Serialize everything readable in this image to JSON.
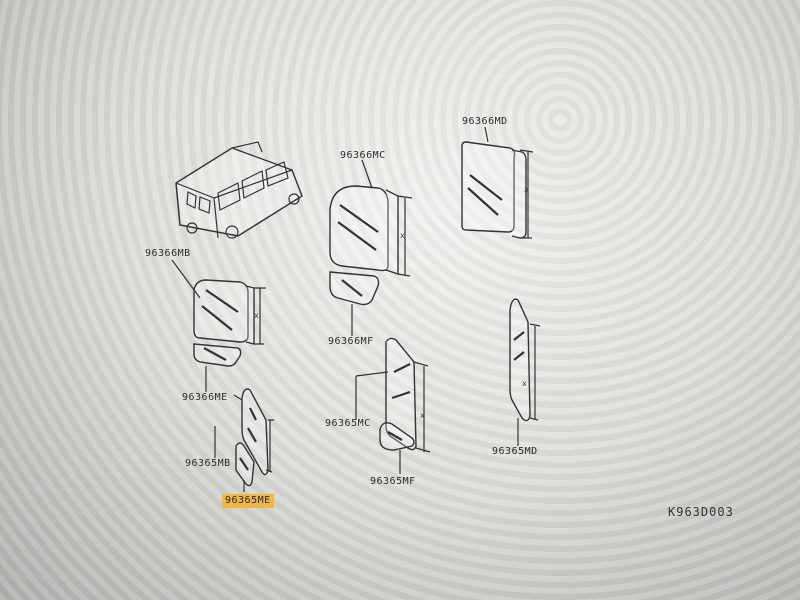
{
  "diagram": {
    "labels": {
      "p_96366MD": "96366MD",
      "p_96366MC": "96366MC",
      "p_96366MB": "96366MB",
      "p_96366MF": "96366MF",
      "p_96366ME": "96366ME",
      "p_96365MC": "96365MC",
      "p_96365MB": "96365MB",
      "p_96365ME": "96365ME",
      "p_96365MF": "96365MF",
      "p_96365MD": "96365MD"
    },
    "figure_code": "K963D003",
    "highlighted_part": "96365ME",
    "highlight_color": "#f3b640",
    "dimension_mark": "x"
  }
}
